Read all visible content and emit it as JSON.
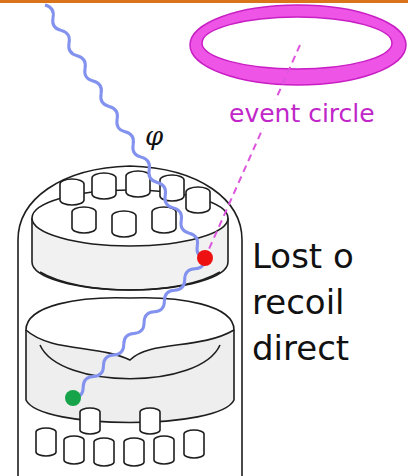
{
  "diagram": {
    "labels": [
      "φ",
      "event circle",
      "Lost o",
      "recoil",
      "direct"
    ]
  }
}
